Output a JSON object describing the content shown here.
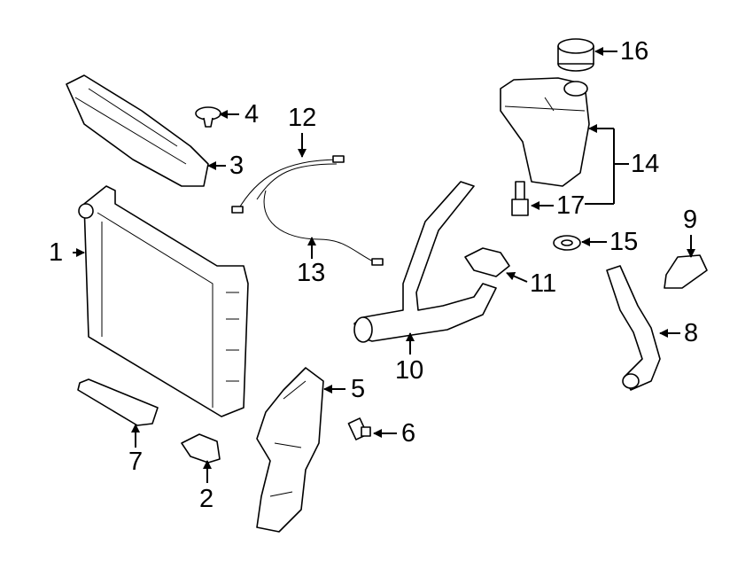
{
  "diagram": {
    "type": "exploded parts diagram",
    "callouts": [
      {
        "label": "1"
      },
      {
        "label": "2"
      },
      {
        "label": "3"
      },
      {
        "label": "4"
      },
      {
        "label": "5"
      },
      {
        "label": "6"
      },
      {
        "label": "7"
      },
      {
        "label": "8"
      },
      {
        "label": "9"
      },
      {
        "label": "10"
      },
      {
        "label": "11"
      },
      {
        "label": "12"
      },
      {
        "label": "13"
      },
      {
        "label": "14"
      },
      {
        "label": "15"
      },
      {
        "label": "16"
      },
      {
        "label": "17"
      }
    ]
  }
}
